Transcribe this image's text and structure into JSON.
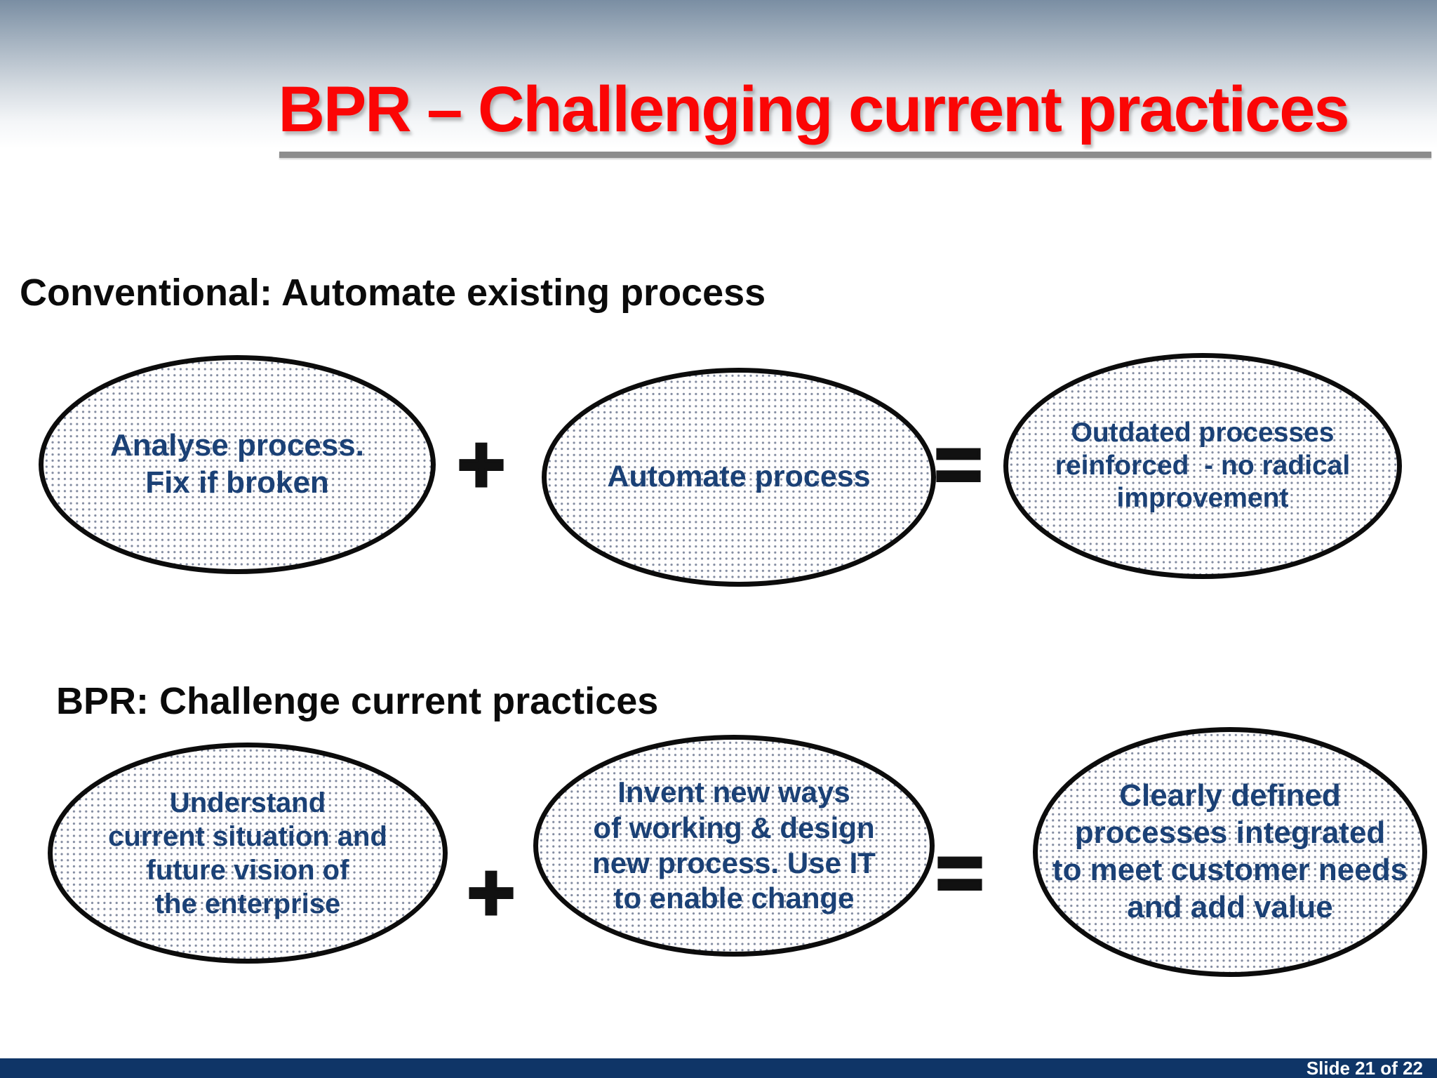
{
  "slide": {
    "title": "BPR – Challenging current practices",
    "sections": [
      {
        "heading": "Conventional: Automate existing process",
        "items": [
          {
            "type": "ellipse",
            "text": "Analyse process.\nFix if broken"
          },
          {
            "type": "operator",
            "text": "+"
          },
          {
            "type": "ellipse",
            "text": "Automate process"
          },
          {
            "type": "operator",
            "text": "="
          },
          {
            "type": "ellipse",
            "text": "Outdated processes\nreinforced  - no radical\nimprovement"
          }
        ]
      },
      {
        "heading": "BPR: Challenge current practices",
        "items": [
          {
            "type": "ellipse",
            "text": "Understand\ncurrent situation and\nfuture vision of\nthe enterprise"
          },
          {
            "type": "operator",
            "text": "+"
          },
          {
            "type": "ellipse",
            "text": "Invent new ways\nof working & design\nnew process. Use IT\nto enable change"
          },
          {
            "type": "operator",
            "text": "="
          },
          {
            "type": "ellipse",
            "text": "Clearly defined\nprocesses integrated\nto meet customer needs\nand add value"
          }
        ]
      }
    ],
    "footer": {
      "slide_indicator": "Slide 21 of 22"
    },
    "colors": {
      "title_red": "#fb0505",
      "ellipse_text_navy": "#1b4176",
      "ellipse_border_black": "#0c0c0c",
      "dot_pattern_gray": "#828ba0",
      "underline_gray": "#8c8c8c",
      "footer_bar_navy": "#0f3567",
      "header_gradient_top": "#7a8ea3"
    }
  }
}
